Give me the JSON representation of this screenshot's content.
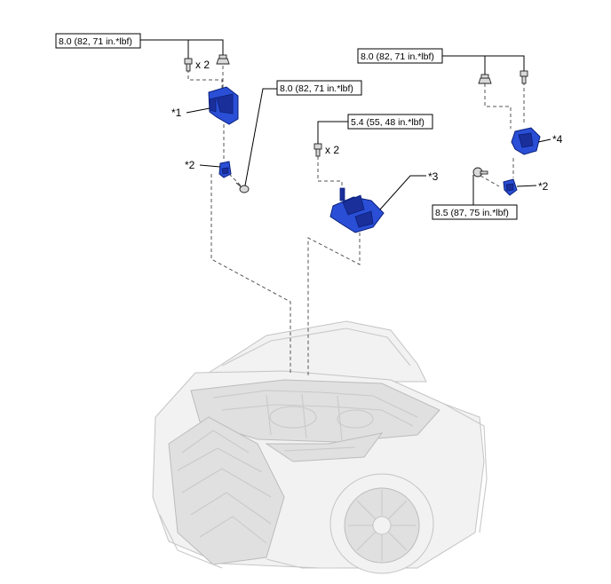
{
  "torque_specs": {
    "spec_top_left": "8.0 (82, 71 in.*lbf)",
    "spec_mid_left": "8.0 (82, 71 in.*lbf)",
    "spec_center": "5.4 (55, 48 in.*lbf)",
    "spec_top_right": "8.0 (82, 71 in.*lbf)",
    "spec_bottom_right": "8.5 (87, 75 in.*lbf)"
  },
  "quantities": {
    "qty_left": "x 2",
    "qty_center": "x 2"
  },
  "callouts": {
    "c1": "*1",
    "c2_left": "*2",
    "c3": "*3",
    "c4": "*4",
    "c2_right": "*2"
  },
  "colors": {
    "part_blue": "#2a4fd6",
    "outline": "#000000",
    "vehicle_gray": "#c9c9c9"
  },
  "icons": {
    "part": "blue-bracket-component",
    "fastener": "bolt",
    "nut": "hex-nut",
    "vehicle": "car-front-hood-open"
  }
}
